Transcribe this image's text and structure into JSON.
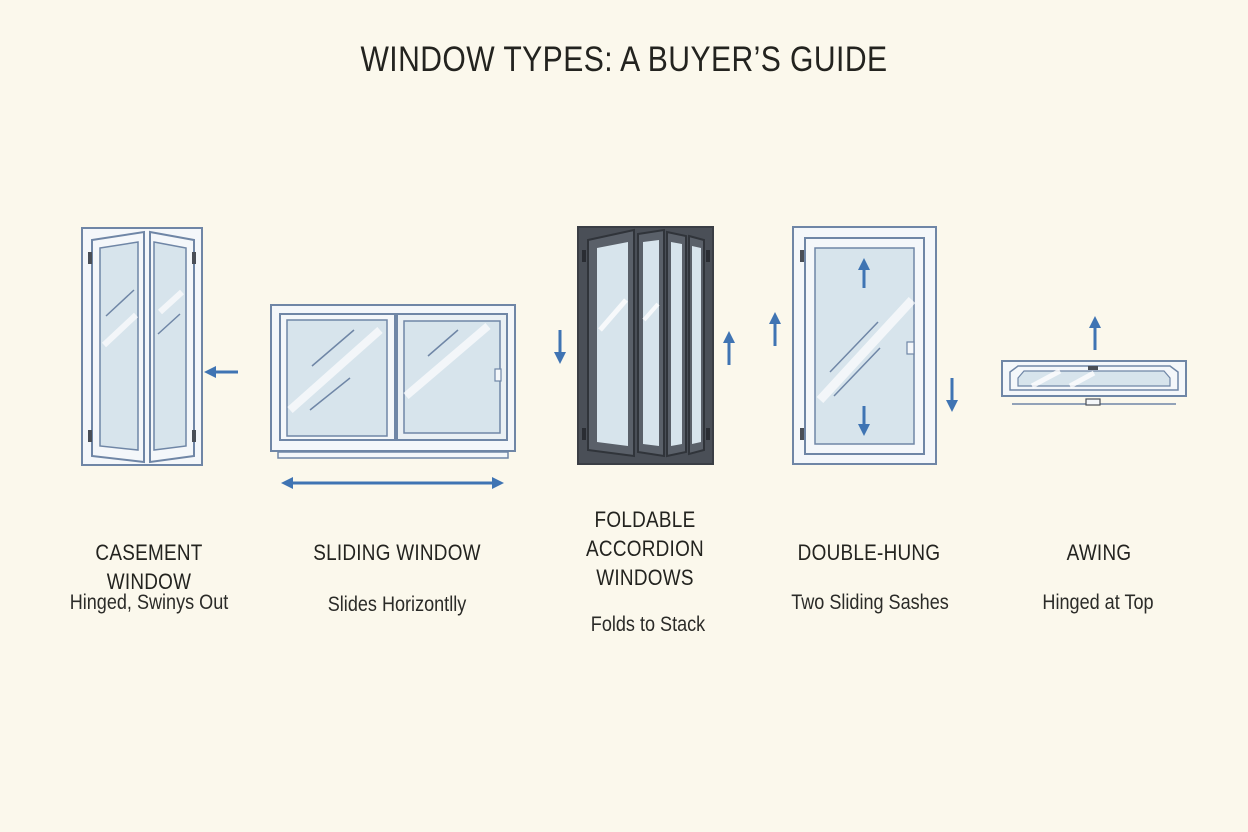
{
  "title": "WINDOW TYPES: A BUYER’S GUIDE",
  "colors": {
    "background": "#fbf8ec",
    "frame_light": "#f4f7fa",
    "frame_stroke": "#6f86a6",
    "glass": "#d7e4ec",
    "frame_dark": "#4a4f57",
    "arrow": "#3f74b3"
  },
  "windows": [
    {
      "name": "CASEMENT WINDOW",
      "description": "Hinged, Swinys Out",
      "icon": "casement-window-icon",
      "arrows": [
        "arrow-left-icon"
      ]
    },
    {
      "name": "SLIDING WINDOW",
      "description": "Slides Horizontlly",
      "icon": "sliding-window-icon",
      "arrows": [
        "arrow-left-right-icon"
      ]
    },
    {
      "name_lines": [
        "FOLDABLE",
        "ACCORDION",
        "WINDOWS"
      ],
      "description": "Folds to Stack",
      "icon": "accordion-window-icon",
      "arrows": [
        "arrow-down-icon",
        "arrow-up-icon"
      ]
    },
    {
      "name": "DOUBLE-HUNG",
      "description": "Two Sliding Sashes",
      "icon": "double-hung-window-icon",
      "arrows": [
        "arrow-up-icon",
        "arrow-down-icon"
      ]
    },
    {
      "name": "AWING",
      "description": "Hinged at Top",
      "icon": "awning-window-icon",
      "arrows": [
        "arrow-up-icon"
      ]
    }
  ]
}
